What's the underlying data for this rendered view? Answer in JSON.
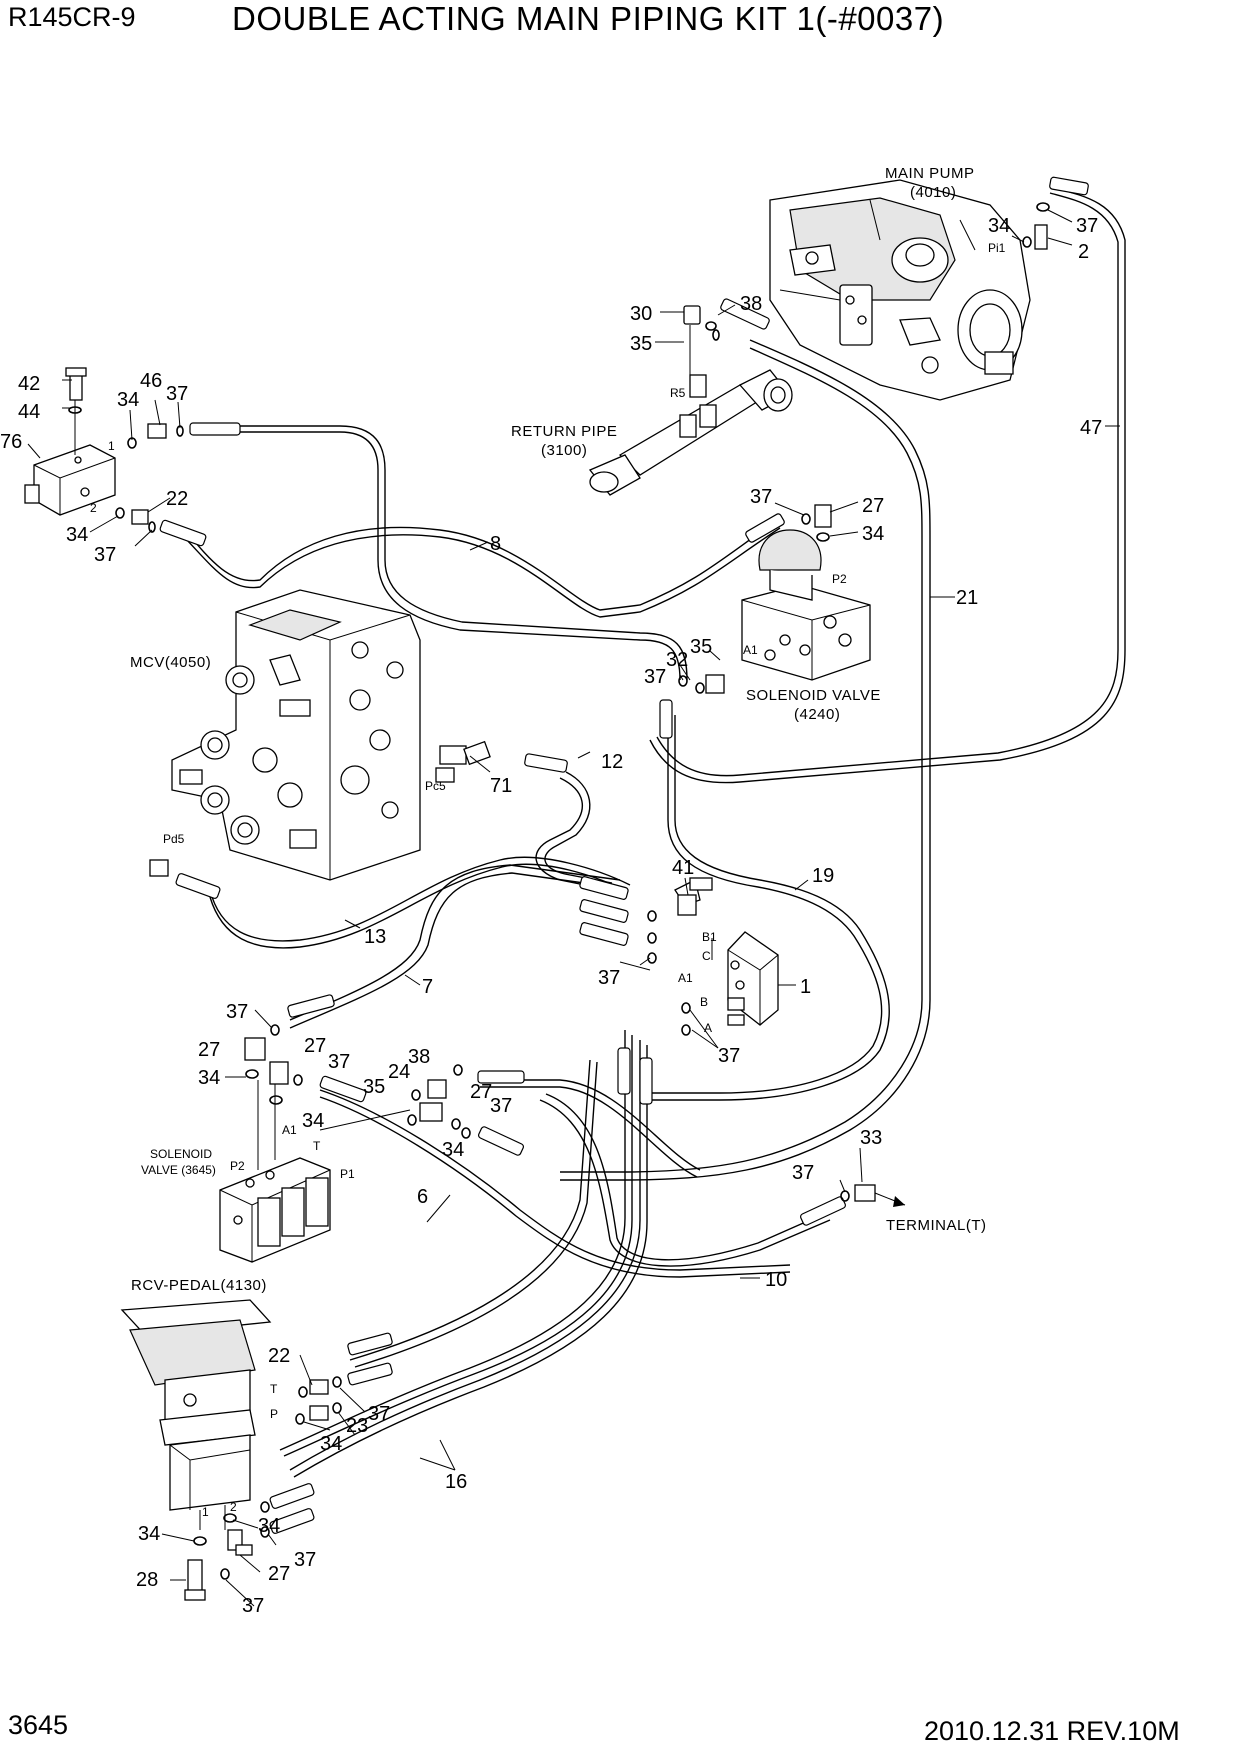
{
  "header": {
    "model": "R145CR-9",
    "title": "DOUBLE ACTING MAIN PIPING KIT 1(-#0037)"
  },
  "footer": {
    "page_number": "3645",
    "revision": "2010.12.31  REV.10M"
  },
  "components": {
    "main_pump": [
      "MAIN PUMP",
      "(4010)"
    ],
    "return_pipe": [
      "RETURN PIPE",
      "(3100)"
    ],
    "mcv": "MCV(4050)",
    "solenoid_valve_4240": [
      "SOLENOID VALVE",
      "(4240)"
    ],
    "solenoid_valve_3645": [
      "SOLENOID",
      "VALVE (3645)"
    ],
    "rcv_pedal": "RCV-PEDAL(4130)",
    "terminal": "TERMINAL(T)"
  },
  "ports": {
    "pi1": "Pi1",
    "r5": "R5",
    "p2": "P2",
    "a1": "A1",
    "pc5": "Pc5",
    "pd5": "Pd5",
    "b1": "B1",
    "c": "C",
    "a": "A",
    "b": "B",
    "t": "T",
    "p1": "P1",
    "p": "P",
    "one": "1",
    "two": "2"
  },
  "callouts": {
    "c42": "42",
    "c44": "44",
    "c76": "76",
    "c34a": "34",
    "c46": "46",
    "c37a": "37",
    "c22a": "22",
    "c34b": "34",
    "c37b": "37",
    "c8": "8",
    "c30": "30",
    "c38a": "38",
    "c35a": "35",
    "c34c": "34",
    "c37c": "37",
    "c2": "2",
    "c47": "47",
    "c37d": "37",
    "c27a": "27",
    "c34d": "34",
    "c21": "21",
    "c35b": "35",
    "c32": "32",
    "c37e": "37",
    "c12": "12",
    "c71": "71",
    "c13": "13",
    "c41": "41",
    "c19": "19",
    "c37f": "37",
    "c1": "1",
    "c37g": "37",
    "c7": "7",
    "c37h": "37",
    "c27b": "27",
    "c34e": "34",
    "c27c": "27",
    "c37i": "37",
    "c38b": "38",
    "c24": "24",
    "c35c": "35",
    "c27d": "27",
    "c37j": "37",
    "c34f": "34",
    "c34g": "34",
    "c6": "6",
    "c33": "33",
    "c37k": "37",
    "c10": "10",
    "c22b": "22",
    "c23": "23",
    "c37l": "37",
    "c34h": "34",
    "c16": "16",
    "c34i": "34",
    "c34j": "34",
    "c28": "28",
    "c27e": "27",
    "c37m": "37",
    "c37n": "37"
  }
}
